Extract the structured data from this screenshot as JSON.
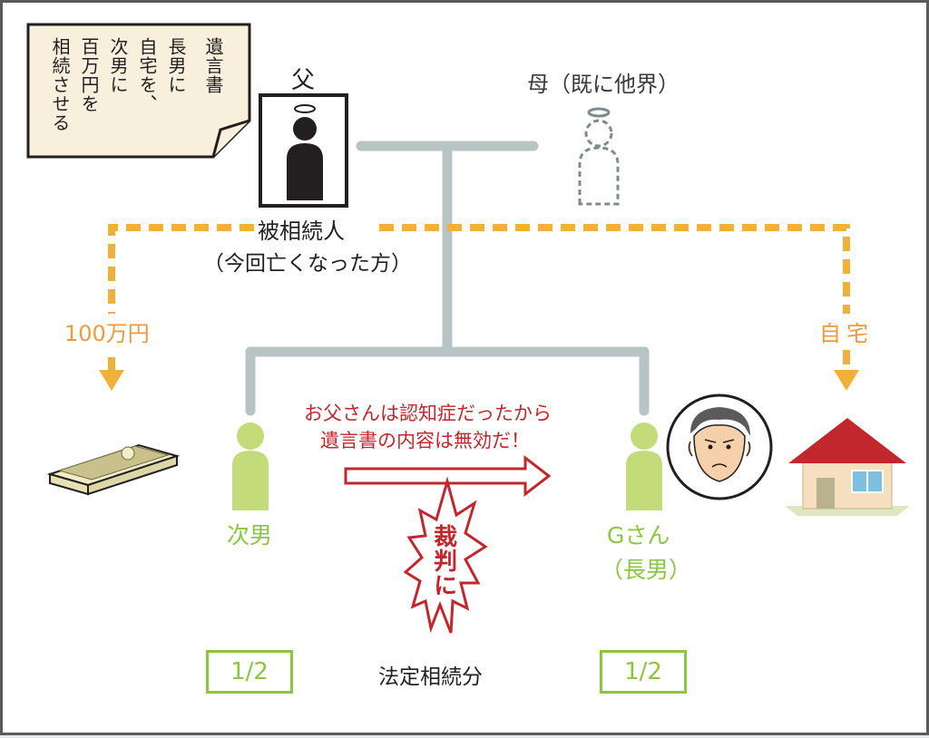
{
  "will": {
    "title": "遺言書",
    "lines": [
      "長男に",
      "自宅を、",
      "次男に",
      "百万円を",
      "相続させる"
    ]
  },
  "father": {
    "label": "父",
    "caption_line1": "被相続人",
    "caption_line2": "（今回亡くなった方）"
  },
  "mother": {
    "label": "母（既に他界）"
  },
  "inheritance": {
    "money_label": "100万円",
    "house_label": "自宅"
  },
  "younger_son": {
    "label": "次男",
    "share": "1/2"
  },
  "eldest_son": {
    "label_line1": "Gさん",
    "label_line2": "（長男）",
    "share": "1/2"
  },
  "claim": {
    "line1": "お父さんは認知症だったから",
    "line2": "遺言書の内容は無効だ！"
  },
  "lawsuit": {
    "label": "裁判に"
  },
  "legal_share_label": "法定相続分",
  "colors": {
    "line_gray": "#b8c4c4",
    "dash_orange": "#f0b13b",
    "text_orange": "#ee9a3a",
    "figure_green": "#c3dc7a",
    "text_green": "#8cc63f",
    "claim_red": "#c1272d",
    "roof_red": "#c1272d"
  }
}
